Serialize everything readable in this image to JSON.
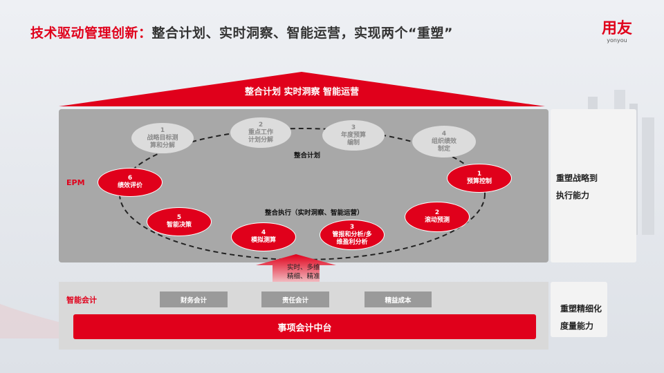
{
  "header": {
    "title_red": "技术驱动管理创新：",
    "title_dark": "整合计划、实时洞察、智能运营，实现两个“重塑”",
    "logo_cn": "用友",
    "logo_en": "yonyou"
  },
  "roof": {
    "label": "整合计划  实时洞察  智能运营"
  },
  "epm": {
    "label": "EPM",
    "plan_label": "整合计划",
    "exec_label": "整合执行（实时洞察、智能运营）",
    "plan_nodes": [
      {
        "num": "1",
        "text": "战略目标测\n算和分解"
      },
      {
        "num": "2",
        "text": "重点工作\n计划分解"
      },
      {
        "num": "3",
        "text": "年度预算\n编制"
      },
      {
        "num": "4",
        "text": "组织绩效\n制定"
      }
    ],
    "exec_nodes": [
      {
        "num": "1",
        "text": "预算控制"
      },
      {
        "num": "2",
        "text": "滚动预测"
      },
      {
        "num": "3",
        "text": "管报和分析/多\n维盈利分析"
      },
      {
        "num": "4",
        "text": "模拟测算"
      },
      {
        "num": "5",
        "text": "智能决策"
      },
      {
        "num": "6",
        "text": "绩效评价"
      }
    ]
  },
  "arrow": {
    "line1": "实时、多维",
    "line2": "精细、精准"
  },
  "accounting": {
    "label": "智能会计",
    "tags": [
      "财务会计",
      "责任会计",
      "精益成本"
    ],
    "bar_label": "事项会计中台"
  },
  "side": {
    "top": [
      "重塑战略到",
      "执行能力"
    ],
    "bottom": [
      "重塑精细化",
      "度量能力"
    ]
  },
  "colors": {
    "brand_red": "#e0001b",
    "panel_grey": "#a8a8a8",
    "node_grey": "#dcdcdc"
  }
}
